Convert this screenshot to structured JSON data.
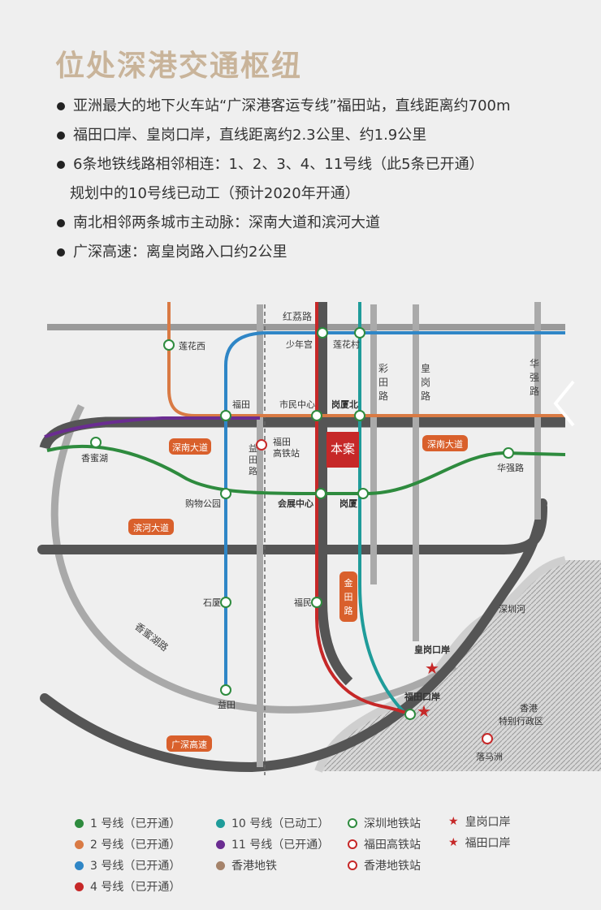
{
  "title": "位处深港交通枢纽",
  "bullets": [
    {
      "text": "亚洲最大的地下火车站“广深港客运专线”福田站，直线距离约700m"
    },
    {
      "text": "福田口岸、皇岗口岸，直线距离约2.3公里、约1.9公里"
    },
    {
      "text": "6条地铁线路相邻相连：1、2、3、4、11号线（此5条已开通）",
      "sub": "规划中的10号线已动工（预计2020年开通）"
    },
    {
      "text": "南北相邻两条城市主动脉：深南大道和滨河大道"
    },
    {
      "text": "广深高速：离皇岗路入口约2公里"
    }
  ],
  "map": {
    "roads": {
      "hongli": "红荔路",
      "shennan_left": "深南大道",
      "shennan_right": "深南大道",
      "binhe": "滨河大道",
      "jintian": "金田路",
      "caitian": "彩田路",
      "huanggang": "皇岗路",
      "huaqiang": "华强路",
      "yitian": "益田路",
      "xiangmihu": "香蜜湖路",
      "guangshen": "广深高速"
    },
    "project": "本案",
    "stations": {
      "lianhuaxi": "莲花西",
      "shaoniangong": "少年宫",
      "lianhuacun": "莲花村",
      "futian": "福田",
      "shiminzhongxin": "市民中心",
      "ganghabei": "岗厦北",
      "futian_hsr": "福田高铁站",
      "xiangmihu": "香蜜湖",
      "huaqianglu": "华强路",
      "gouwugongyuan": "购物公园",
      "huizhanzhongxin": "会展中心",
      "gangxia": "岗厦",
      "shixia": "石厦",
      "fumin": "福民",
      "yitian": "益田",
      "luomazhou": "落马洲"
    },
    "landmarks": {
      "huanggang_port": "皇岗口岸",
      "futian_port": "福田口岸",
      "shenzhen_river": "深圳河",
      "hk": "香港特别行政区"
    }
  },
  "legend": [
    {
      "label": "1 号线（已开通）",
      "color": "#2e8b3e",
      "kind": "dot"
    },
    {
      "label": "2 号线（已开通）",
      "color": "#d97a44",
      "kind": "dot"
    },
    {
      "label": "3 号线（已开通）",
      "color": "#2f86c6",
      "kind": "dot"
    },
    {
      "label": "4 号线（已开通）",
      "color": "#c62828",
      "kind": "dot"
    },
    {
      "label": "10 号线（已动工）",
      "color": "#1f9c9a",
      "kind": "dot"
    },
    {
      "label": "11 号线（已开通）",
      "color": "#6a2c91",
      "kind": "dot"
    },
    {
      "label": "香港地铁",
      "color": "#a5836a",
      "kind": "dot"
    },
    {
      "label": "深圳地铁站",
      "color": "#2e8b3e",
      "kind": "metro"
    },
    {
      "label": "福田高铁站",
      "color": "#c62828",
      "kind": "hsr"
    },
    {
      "label": "香港地铁站",
      "color": "#c62828",
      "kind": "hkmtr"
    },
    {
      "label": "皇岗口岸",
      "color": "#c62828",
      "kind": "star"
    },
    {
      "label": "福田口岸",
      "color": "#c62828",
      "kind": "star"
    }
  ]
}
